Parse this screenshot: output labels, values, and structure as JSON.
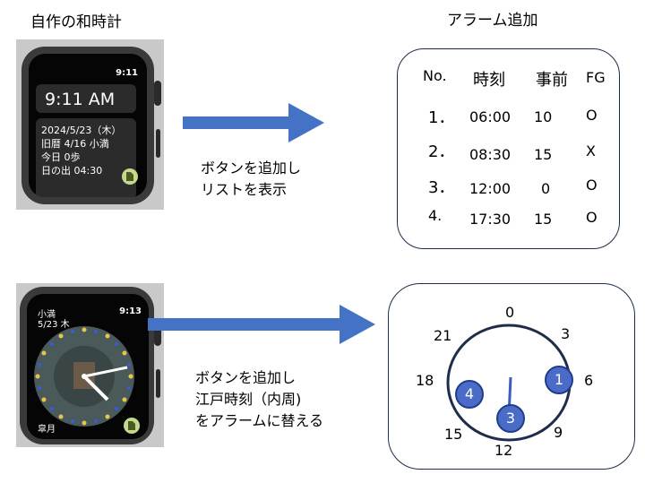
{
  "titles": {
    "left": "自作の和時計",
    "right": "アラーム追加"
  },
  "watch1": {
    "time_small": "9:11",
    "time_big": "9:11 AM",
    "lines": [
      "2024/5/23（木）",
      "旧暦 4/16 小満",
      "今日 0歩",
      "日の出 04:30"
    ],
    "badge_icon": "document-icon"
  },
  "watch2": {
    "time_small": "9:13",
    "top_left": [
      "小満",
      "5/23 木"
    ],
    "bottom_left": "皐月",
    "badge_icon": "document-icon"
  },
  "notes": {
    "top": [
      "ボタンを追加し",
      "リストを表示"
    ],
    "bottom": [
      "ボタンを追加し",
      "江戸時刻（内周)",
      "をアラームに替える"
    ]
  },
  "table": {
    "headers": [
      "No.",
      "時刻",
      "事前",
      "FG"
    ],
    "rows": [
      [
        "1．",
        "06:00",
        "10",
        "O"
      ],
      [
        "2．",
        "08:30",
        "15",
        "X"
      ],
      [
        "3．",
        "12:00",
        "0",
        "O"
      ],
      [
        "4.",
        "17:30",
        "15",
        "O"
      ]
    ]
  },
  "dial": {
    "labels": [
      "0",
      "3",
      "6",
      "9",
      "12",
      "15",
      "18",
      "21"
    ],
    "markers": [
      "1",
      "4",
      "3"
    ]
  },
  "colors": {
    "arrow": "#4472c4",
    "box_border": "#1f2d4d",
    "marker": "#4a6cc7"
  }
}
